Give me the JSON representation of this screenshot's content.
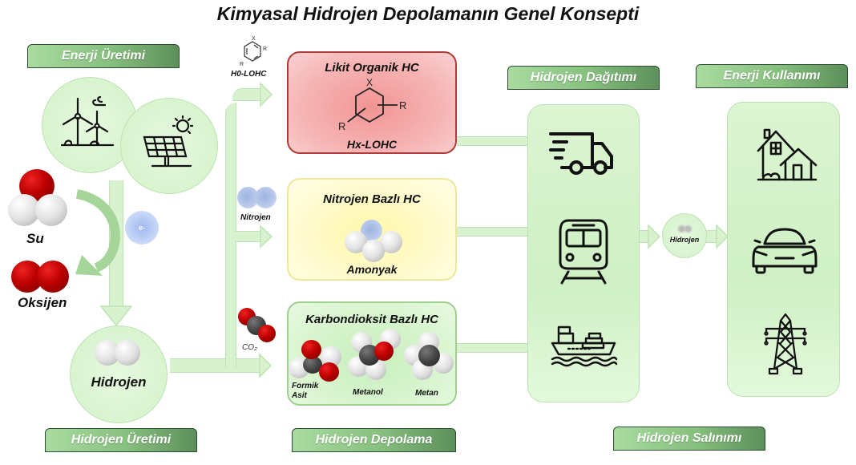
{
  "title": "Kimyasal Hidrojen Depolamanın Genel Konsepti",
  "stages": {
    "energy_production": "Enerji Üretimi",
    "hydrogen_production": "Hidrojen Üretimi",
    "hydrogen_storage": "Hidrojen Depolama",
    "hydrogen_distribution": "Hidrojen Dağıtımı",
    "energy_use": "Enerji Kullanımı",
    "hydrogen_release": "Hidrojen Salınımı"
  },
  "production": {
    "water_label": "Su",
    "oxygen_label": "Oksijen",
    "electron_label": "e-",
    "hydrogen_label": "Hidrojen",
    "icons": [
      "wind-turbine-icon",
      "solar-panel-icon"
    ]
  },
  "storage": {
    "h0_lohc_label": "H0-LOHC",
    "nitrogen_label": "Nitrojen",
    "co2_label": "CO₂",
    "lohc": {
      "title": "Likit Organik HC",
      "molecule_label": "Hx-LOHC",
      "atom_x": "X",
      "atom_r": "R",
      "color": "#f29494"
    },
    "nitrogen_based": {
      "title": "Nitrojen Bazlı HC",
      "molecule_label": "Amonyak",
      "color": "#fff8a8"
    },
    "carbon_based": {
      "title": "Karbondioksit Bazlı HC",
      "molecules": [
        "Formik",
        "Asit",
        "Metanol",
        "Metan"
      ],
      "color": "#c7efbb"
    }
  },
  "distribution": {
    "icons": [
      "delivery-truck-icon",
      "train-icon",
      "cargo-ship-icon"
    ],
    "hydrogen_node_label": "Hidrojen"
  },
  "usage": {
    "icons": [
      "house-icon",
      "car-icon",
      "power-tower-icon"
    ]
  },
  "colors": {
    "flow_green": "#d8f2d0",
    "label_green_dark": "#5d8f5a",
    "label_green_light": "#a9dba0"
  }
}
